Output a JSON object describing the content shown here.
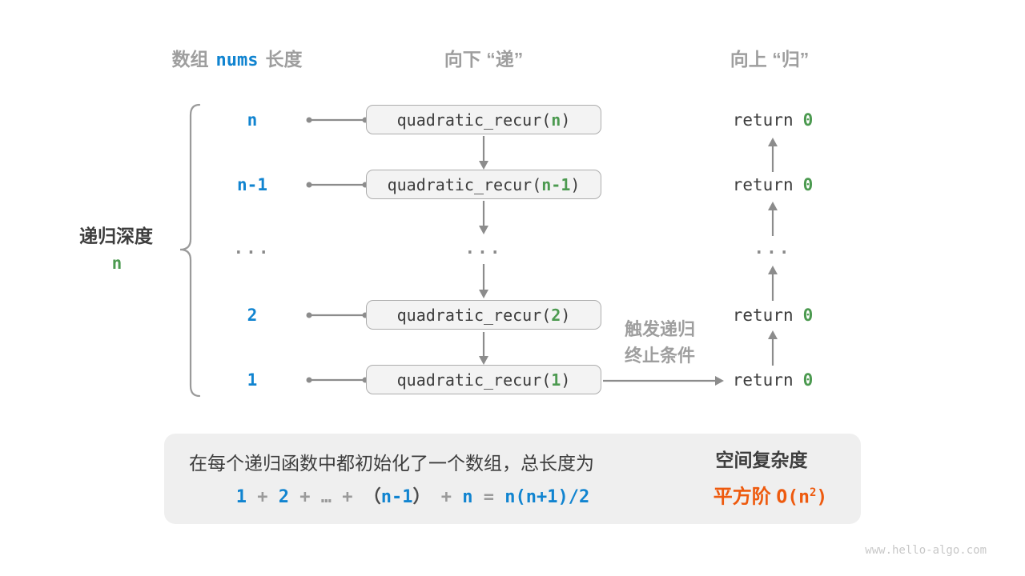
{
  "colors": {
    "blue": "#1184d0",
    "green": "#4c9a50",
    "orange": "#ee5a0e",
    "gray_text": "#9e9e9e",
    "dark_text": "#3d3d3d",
    "box_fill": "#f3f3f3",
    "box_border": "#adadad",
    "line_gray": "#8c8c8c"
  },
  "headers": {
    "depth_col": {
      "prefix": "数组",
      "code": "nums",
      "suffix": "长度"
    },
    "down": "向下 “递”",
    "up": "向上 “归”"
  },
  "depth_brace": {
    "label": "递归深度",
    "value": "n"
  },
  "rows": [
    {
      "depth": "n",
      "call_fn": "quadratic_recur(",
      "arg": "n",
      "close": ")",
      "ret": "return",
      "ret_val": "0"
    },
    {
      "depth": "n-1",
      "call_fn": "quadratic_recur(",
      "arg": "n-1",
      "close": ")",
      "ret": "return",
      "ret_val": "0"
    },
    {
      "ellipsis_depth": "...",
      "ellipsis_call": "...",
      "ellipsis_ret": "..."
    },
    {
      "depth": "2",
      "call_fn": "quadratic_recur(",
      "arg": "2",
      "close": ")",
      "ret": "return",
      "ret_val": "0"
    },
    {
      "depth": "1",
      "call_fn": "quadratic_recur(",
      "arg": "1",
      "close": ")",
      "ret": "return",
      "ret_val": "0"
    }
  ],
  "base_case_note": {
    "line1": "触发递归",
    "line2": "终止条件"
  },
  "summary": {
    "description": "在每个递归函数中都初始化了一个数组，总长度为",
    "formula": [
      {
        "t": "1"
      },
      {
        "t": " + "
      },
      {
        "t": "2"
      },
      {
        "t": " + "
      },
      {
        "t": "…"
      },
      {
        "t": " + "
      },
      {
        "t": "（"
      },
      {
        "t": "n-1"
      },
      {
        "t": "）"
      },
      {
        "t": " + "
      },
      {
        "t": "n"
      },
      {
        "t": " = "
      },
      {
        "t": "n(n+1)/2"
      }
    ],
    "complexity": {
      "label": "空间复杂度",
      "order": "平方阶",
      "big_o_open": "O(n",
      "exp": "2",
      "big_o_close": ")"
    }
  },
  "watermark": "www.hello-algo.com"
}
